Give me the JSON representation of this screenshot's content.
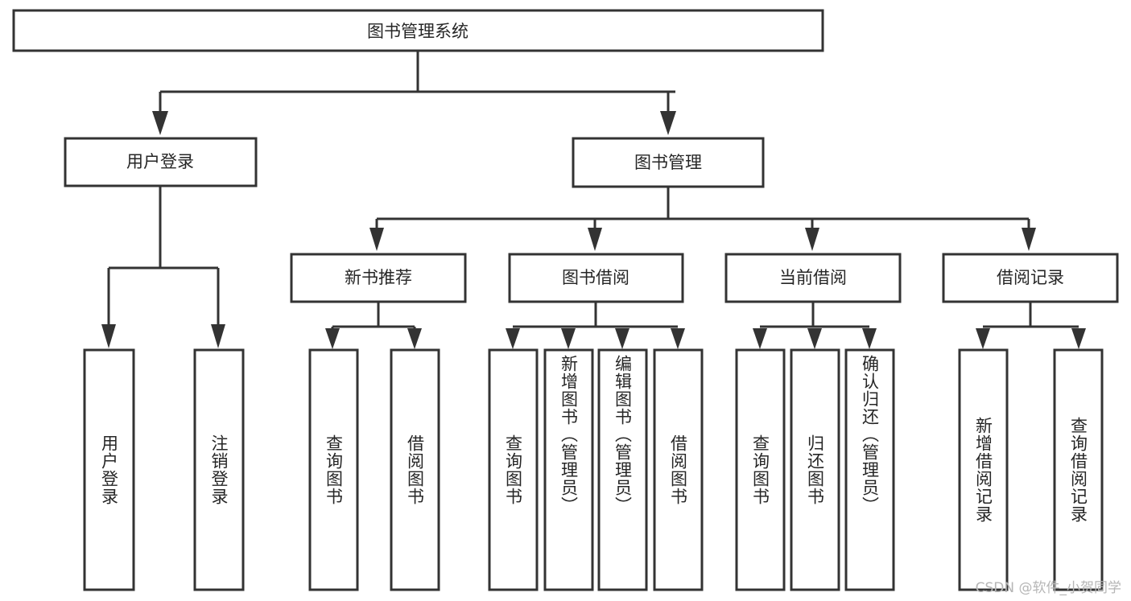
{
  "diagram": {
    "type": "tree-hierarchy",
    "title": "图书管理系统",
    "orientation": "top-down",
    "watermark": "CSDN @软件_小贺同学",
    "colors": {
      "stroke": "#333333",
      "fill": "#ffffff",
      "text": "#262626",
      "watermark": "#b6b6b6",
      "background": "#ffffff"
    },
    "root": {
      "label": "图书管理系统"
    },
    "level1": [
      {
        "label": "用户登录"
      },
      {
        "label": "图书管理"
      }
    ],
    "level2": [
      {
        "label": "新书推荐"
      },
      {
        "label": "图书借阅"
      },
      {
        "label": "当前借阅"
      },
      {
        "label": "借阅记录"
      }
    ],
    "leaves": {
      "user_login": [
        {
          "label": "用户登录"
        },
        {
          "label": "注销登录"
        }
      ],
      "new_book_recommend": [
        {
          "label": "查询图书"
        },
        {
          "label": "借阅图书"
        }
      ],
      "book_borrow": [
        {
          "label": "查询图书"
        },
        {
          "label": "新增图书（管理员）"
        },
        {
          "label": "编辑图书（管理员）"
        },
        {
          "label": "借阅图书"
        }
      ],
      "current_borrow": [
        {
          "label": "查询图书"
        },
        {
          "label": "归还图书"
        },
        {
          "label": "确认归还（管理员）"
        }
      ],
      "borrow_record": [
        {
          "label": "新增借阅记录"
        },
        {
          "label": "查询借阅记录"
        }
      ]
    }
  }
}
